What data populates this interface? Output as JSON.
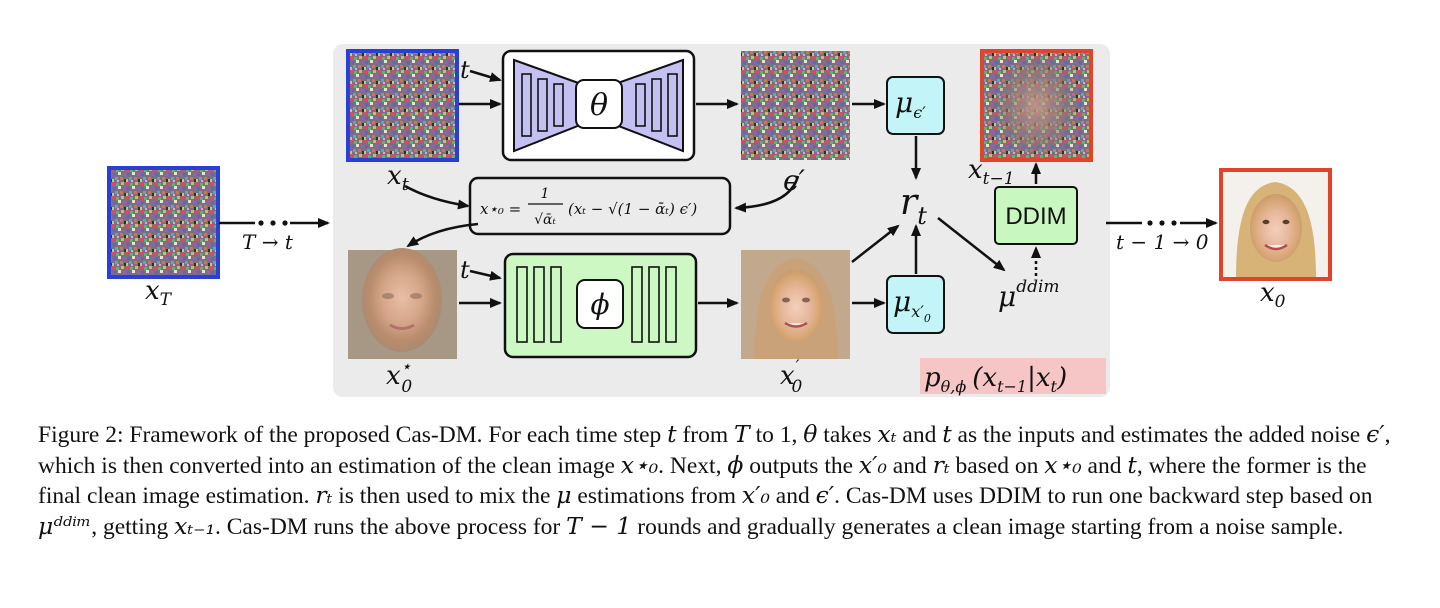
{
  "figure": {
    "labels": {
      "xT": "x",
      "xT_sub": "T",
      "schedule_in": "T → t",
      "schedule_out": "t − 1 → 0",
      "xt": "x",
      "xt_sub": "t",
      "t_input": "t",
      "theta": "θ",
      "phi": "ϕ",
      "eps_prime": "ϵ′",
      "mu_eps": "μ",
      "mu_eps_sub": "ϵ′",
      "mu_x0": "μ",
      "mu_x0_sub": "x′",
      "mu_x0_subsub": "0",
      "rt": "r",
      "rt_sub": "t",
      "ddim": "DDIM",
      "mu_ddim": "μ",
      "mu_ddim_sup": "ddim",
      "xt1": "x",
      "xt1_sub": "t−1",
      "x0_star": "x",
      "x0_star_sub": "0",
      "x0_star_sup": "⋆",
      "x0_prime": "x",
      "x0_prime_sub": "0",
      "x0": "x",
      "x0_sub": "0",
      "equation_lhs": "x⋆₀ =",
      "equation_frac_num": "1",
      "equation_frac_den": "√ᾱₜ",
      "equation_rhs": "(xₜ − √(1 − ᾱₜ) ϵ′)",
      "posterior": "p",
      "posterior_sub": "θ,ϕ",
      "posterior_arg": "(x",
      "posterior_arg_sub": "t−1",
      "posterior_arg_tail": "|x",
      "posterior_arg_sub2": "t",
      "posterior_close": ")"
    },
    "colors": {
      "panel_bg": "#ebebeb",
      "blue_border": "#2a3fd6",
      "red_border": "#e0452b",
      "theta_fill": "#c4c0f2",
      "phi_fill": "#cdf7c3",
      "mu_fill": "#c3f4f7",
      "ddim_fill": "#c9f7c0",
      "posterior_bg": "#f6c5c5"
    }
  },
  "caption": {
    "segments": [
      "Figure 2: Framework of the proposed Cas-DM. For each time step ",
      "t",
      " from ",
      "T",
      " to 1, ",
      "θ",
      " takes ",
      "xₜ",
      " and ",
      "t",
      " as the inputs and estimates the added noise ",
      "ϵ′",
      ", which is then converted into an estimation of the clean image ",
      "x⋆₀",
      ". Next, ",
      "ϕ",
      " outputs the ",
      "x′₀",
      " and ",
      "rₜ",
      " based on ",
      "x⋆₀",
      " and ",
      "t",
      ", where the former is the final clean image estimation. ",
      "rₜ",
      " is then used to mix the ",
      "μ",
      " estimations from ",
      "x′₀",
      " and ",
      "ϵ′",
      ". Cas-DM uses DDIM to run one backward step based on ",
      "μᵈᵈⁱᵐ",
      ", getting ",
      "xₜ₋₁",
      ". Cas-DM runs the above process for ",
      "T − 1",
      " rounds and gradually generates a clean image starting from a noise sample."
    ]
  }
}
